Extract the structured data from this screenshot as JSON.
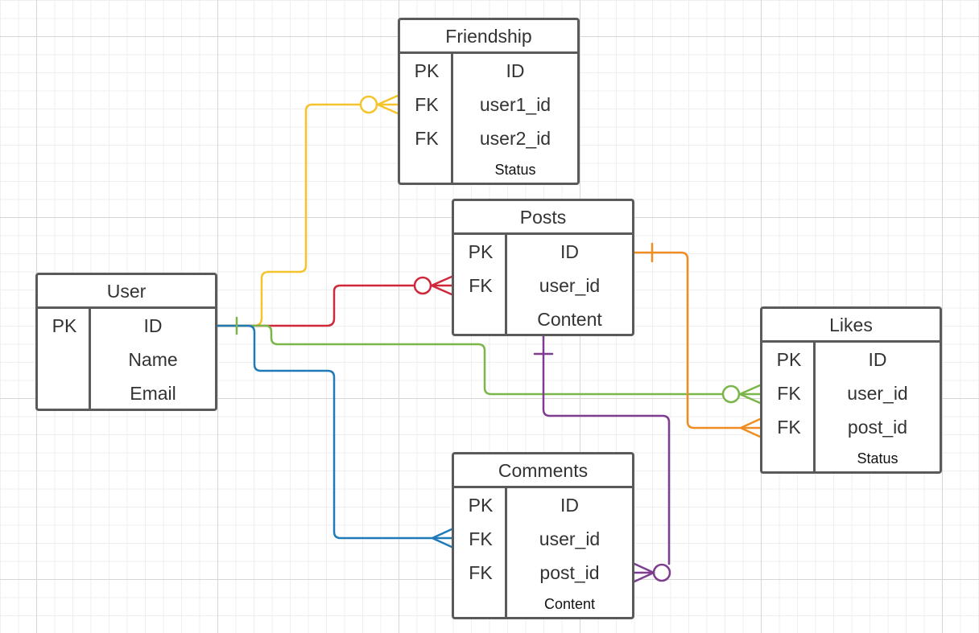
{
  "entities": {
    "friendship": {
      "title": "Friendship",
      "rows": [
        {
          "key": "PK",
          "field": "ID"
        },
        {
          "key": "FK",
          "field": "user1_id"
        },
        {
          "key": "FK",
          "field": "user2_id"
        },
        {
          "key": "",
          "field": "Status"
        }
      ]
    },
    "posts": {
      "title": "Posts",
      "rows": [
        {
          "key": "PK",
          "field": "ID"
        },
        {
          "key": "FK",
          "field": "user_id"
        },
        {
          "key": "",
          "field": "Content"
        }
      ]
    },
    "user": {
      "title": "User",
      "rows": [
        {
          "key": "PK",
          "field": "ID"
        },
        {
          "key": "",
          "field": "Name"
        },
        {
          "key": "",
          "field": "Email"
        }
      ]
    },
    "likes": {
      "title": "Likes",
      "rows": [
        {
          "key": "PK",
          "field": "ID"
        },
        {
          "key": "FK",
          "field": "user_id"
        },
        {
          "key": "FK",
          "field": "post_id"
        },
        {
          "key": "",
          "field": "Status"
        }
      ]
    },
    "comments": {
      "title": "Comments",
      "rows": [
        {
          "key": "PK",
          "field": "ID"
        },
        {
          "key": "FK",
          "field": "user_id"
        },
        {
          "key": "FK",
          "field": "post_id"
        },
        {
          "key": "",
          "field": "Content"
        }
      ]
    }
  },
  "relationships": [
    {
      "from": "User",
      "to": "Friendship",
      "color": "#f5c42c",
      "to_cardinality": "zero-or-many"
    },
    {
      "from": "User",
      "to": "Posts",
      "color": "#d0283b",
      "to_cardinality": "zero-or-many"
    },
    {
      "from": "User",
      "to": "Likes",
      "color": "#7ab648",
      "to_cardinality": "zero-or-many"
    },
    {
      "from": "User",
      "to": "Comments",
      "color": "#1f7ab8",
      "to_cardinality": "many"
    },
    {
      "from": "Posts",
      "to": "Likes",
      "color": "#ef8d22",
      "to_cardinality": "many"
    },
    {
      "from": "Posts",
      "to": "Comments",
      "color": "#7e3d8f",
      "to_cardinality": "zero-or-many"
    }
  ]
}
